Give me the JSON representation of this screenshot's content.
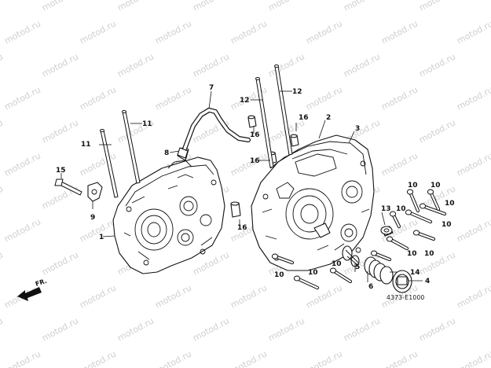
{
  "watermark": {
    "text": "motod.ru"
  },
  "direction_arrow": {
    "label": "FR."
  },
  "diagram_code": "4373-E1000",
  "callouts": [
    {
      "id": "c1",
      "text": "1"
    },
    {
      "id": "c2",
      "text": "2"
    },
    {
      "id": "c3",
      "text": "3"
    },
    {
      "id": "c4",
      "text": "4"
    },
    {
      "id": "c5",
      "text": "5"
    },
    {
      "id": "c6",
      "text": "6"
    },
    {
      "id": "c7",
      "text": "7"
    },
    {
      "id": "c8",
      "text": "8"
    },
    {
      "id": "c9",
      "text": "9"
    },
    {
      "id": "c10a",
      "text": "10"
    },
    {
      "id": "c10b",
      "text": "10"
    },
    {
      "id": "c10c",
      "text": "10"
    },
    {
      "id": "c10d",
      "text": "10"
    },
    {
      "id": "c10e",
      "text": "10"
    },
    {
      "id": "c10f",
      "text": "10"
    },
    {
      "id": "c10g",
      "text": "10"
    },
    {
      "id": "c10h",
      "text": "10"
    },
    {
      "id": "c10i",
      "text": "10"
    },
    {
      "id": "c10j",
      "text": "10"
    },
    {
      "id": "c11a",
      "text": "11"
    },
    {
      "id": "c11b",
      "text": "11"
    },
    {
      "id": "c12a",
      "text": "12"
    },
    {
      "id": "c12b",
      "text": "12"
    },
    {
      "id": "c13",
      "text": "13"
    },
    {
      "id": "c14",
      "text": "14"
    },
    {
      "id": "c15",
      "text": "15"
    },
    {
      "id": "c16a",
      "text": "16"
    },
    {
      "id": "c16b",
      "text": "16"
    },
    {
      "id": "c16c",
      "text": "16"
    },
    {
      "id": "c16d",
      "text": "16"
    }
  ]
}
